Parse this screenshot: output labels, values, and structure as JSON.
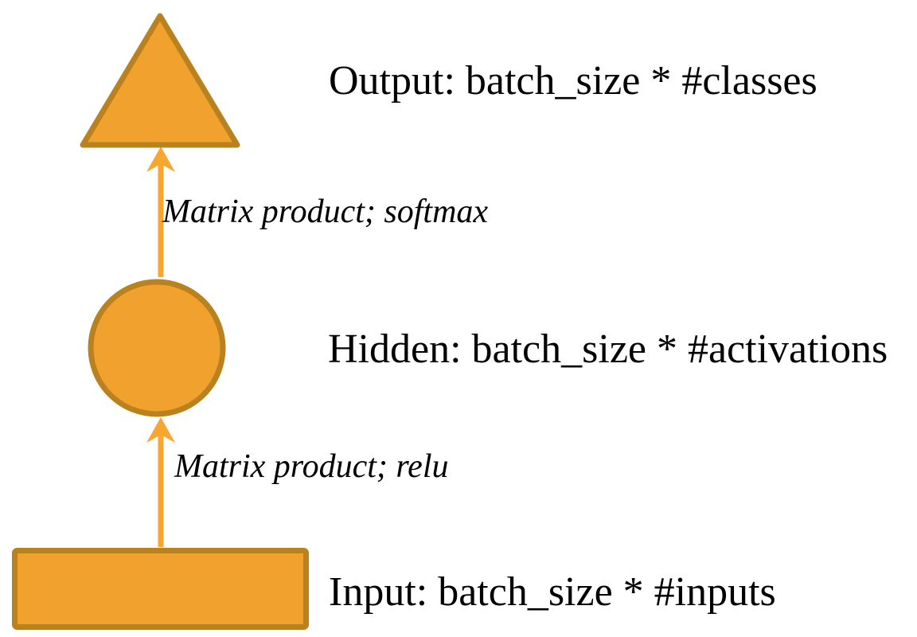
{
  "diagram": {
    "description": "Feed-forward neural network layer diagram",
    "nodes": [
      {
        "id": "output",
        "shape": "triangle",
        "label": "Output: batch_size * #classes"
      },
      {
        "id": "hidden",
        "shape": "circle",
        "label": "Hidden: batch_size * #activations"
      },
      {
        "id": "input",
        "shape": "rectangle",
        "label": "Input: batch_size * #inputs"
      }
    ],
    "edges": [
      {
        "from": "hidden",
        "to": "output",
        "label": "Matrix product; softmax"
      },
      {
        "from": "input",
        "to": "hidden",
        "label": "Matrix product; relu"
      }
    ],
    "colors": {
      "shape_fill": "#F1A12E",
      "shape_stroke": "#B9821F",
      "arrow": "#F7A72F",
      "text": "#000000",
      "bg": "#FFFFFF"
    }
  }
}
